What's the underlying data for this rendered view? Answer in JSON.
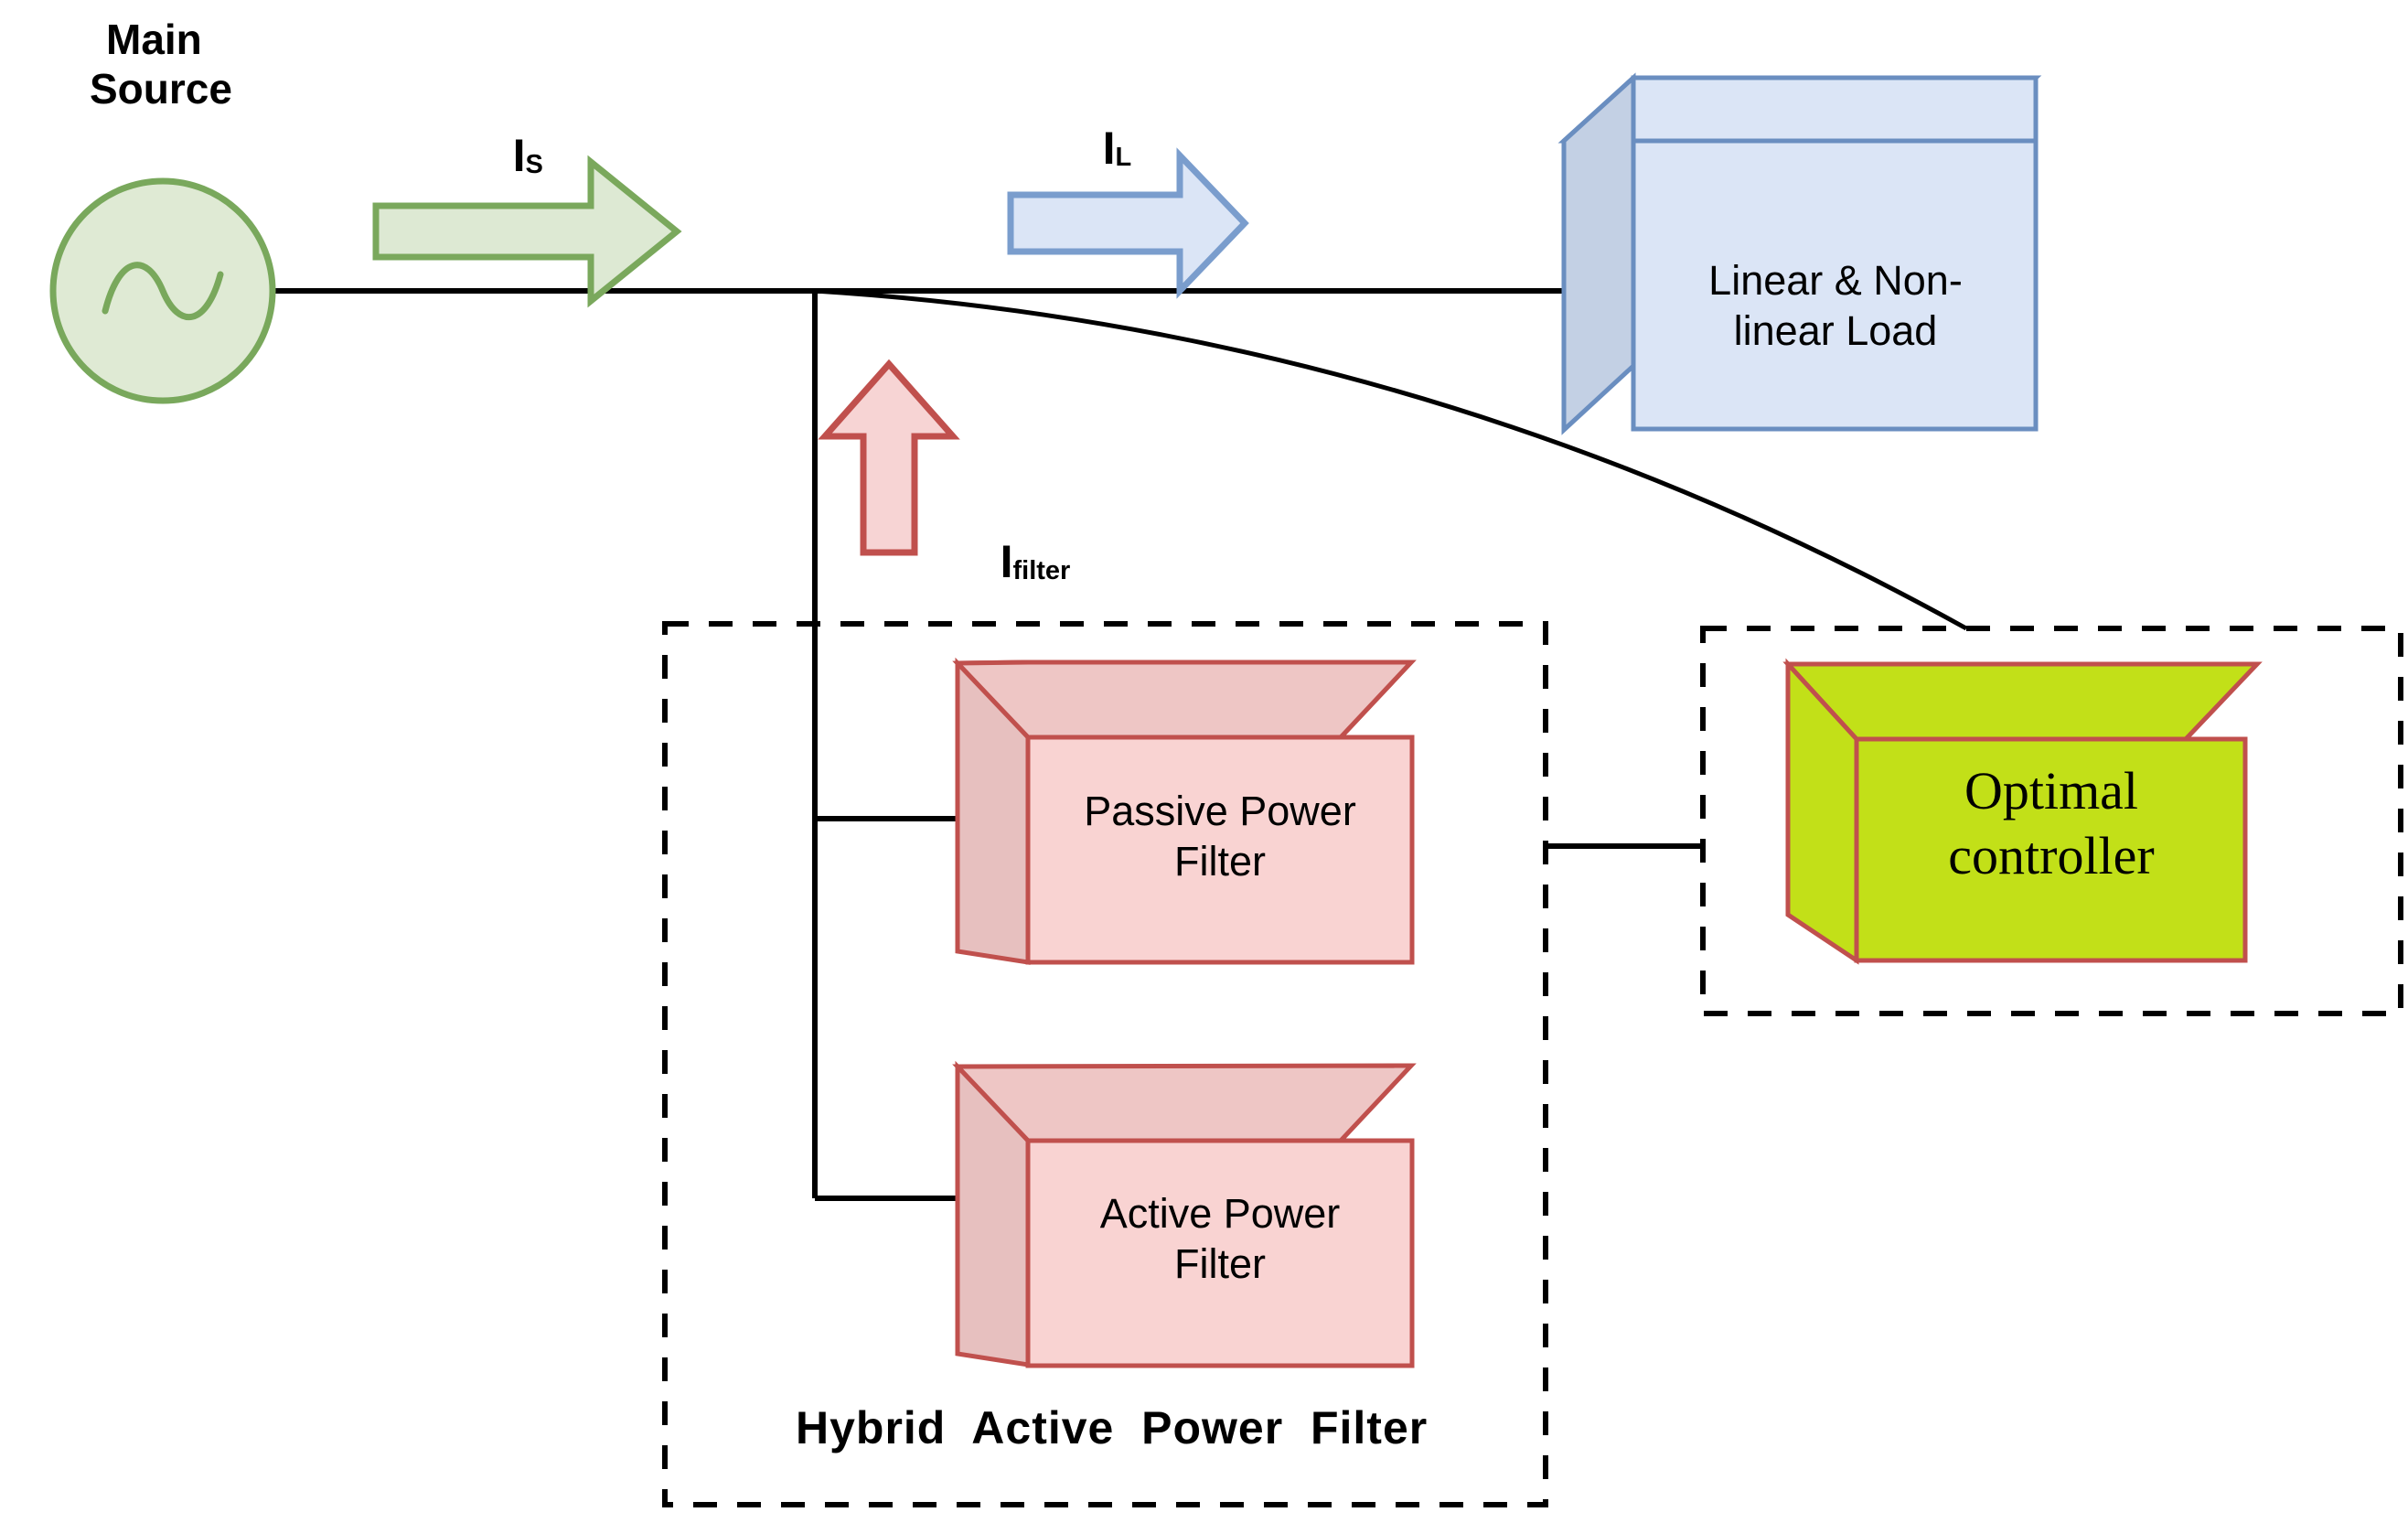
{
  "diagram": {
    "title_caption": "Hybrid  Active  Power  Filter",
    "source": {
      "label_line1": "Main",
      "label_line2": "Source",
      "symbol": "ac-sine-wave",
      "fill": "#dfead4",
      "stroke": "#79a85c"
    },
    "currents": [
      {
        "name": "source-current",
        "symbol": "I",
        "subscript": "S",
        "arrow_color_fill": "#dde9d3",
        "arrow_color_stroke": "#7aa85c",
        "direction": "right"
      },
      {
        "name": "load-current",
        "symbol": "I",
        "subscript": "L",
        "arrow_color_fill": "#dbe5f6",
        "arrow_color_stroke": "#7a9dcd",
        "direction": "right"
      },
      {
        "name": "filter-current",
        "symbol": "I",
        "subscript": "filter",
        "arrow_color_fill": "#f7d4d4",
        "arrow_color_stroke": "#c0504d",
        "direction": "up"
      }
    ],
    "blocks": [
      {
        "id": "load",
        "line1": "Linear & Non-",
        "line2": "linear Load",
        "face_fill": "#dbe5f6",
        "top_fill": "#cdd9ec",
        "side_fill": "#c3d0e4",
        "stroke": "#6a8ec0",
        "font": "sans"
      },
      {
        "id": "passive-power-filter",
        "line1": "Passive Power",
        "line2": "Filter",
        "face_fill": "#f9d3d2",
        "top_fill": "#eec6c5",
        "side_fill": "#e7c0bf",
        "stroke": "#c0504d",
        "font": "sans"
      },
      {
        "id": "active-power-filter",
        "line1": "Active Power",
        "line2": "Filter",
        "face_fill": "#f9d3d2",
        "top_fill": "#eec6c5",
        "side_fill": "#e7c0bf",
        "stroke": "#c0504d",
        "font": "sans"
      },
      {
        "id": "optimal-controller",
        "line1": "Optimal",
        "line2": "controller",
        "face_fill": "#c2e018",
        "top_fill": "#c2e018",
        "side_fill": "#c2e018",
        "stroke": "#c0504d",
        "font": "serif"
      }
    ],
    "groups": [
      {
        "id": "hybrid-active-power-filter",
        "style": "dashed",
        "caption": "Hybrid  Active  Power  Filter"
      },
      {
        "id": "optimal-controller-group",
        "style": "dashed",
        "caption": ""
      }
    ],
    "wires": {
      "bus_color": "#000000",
      "feedback_style": "curved"
    }
  }
}
